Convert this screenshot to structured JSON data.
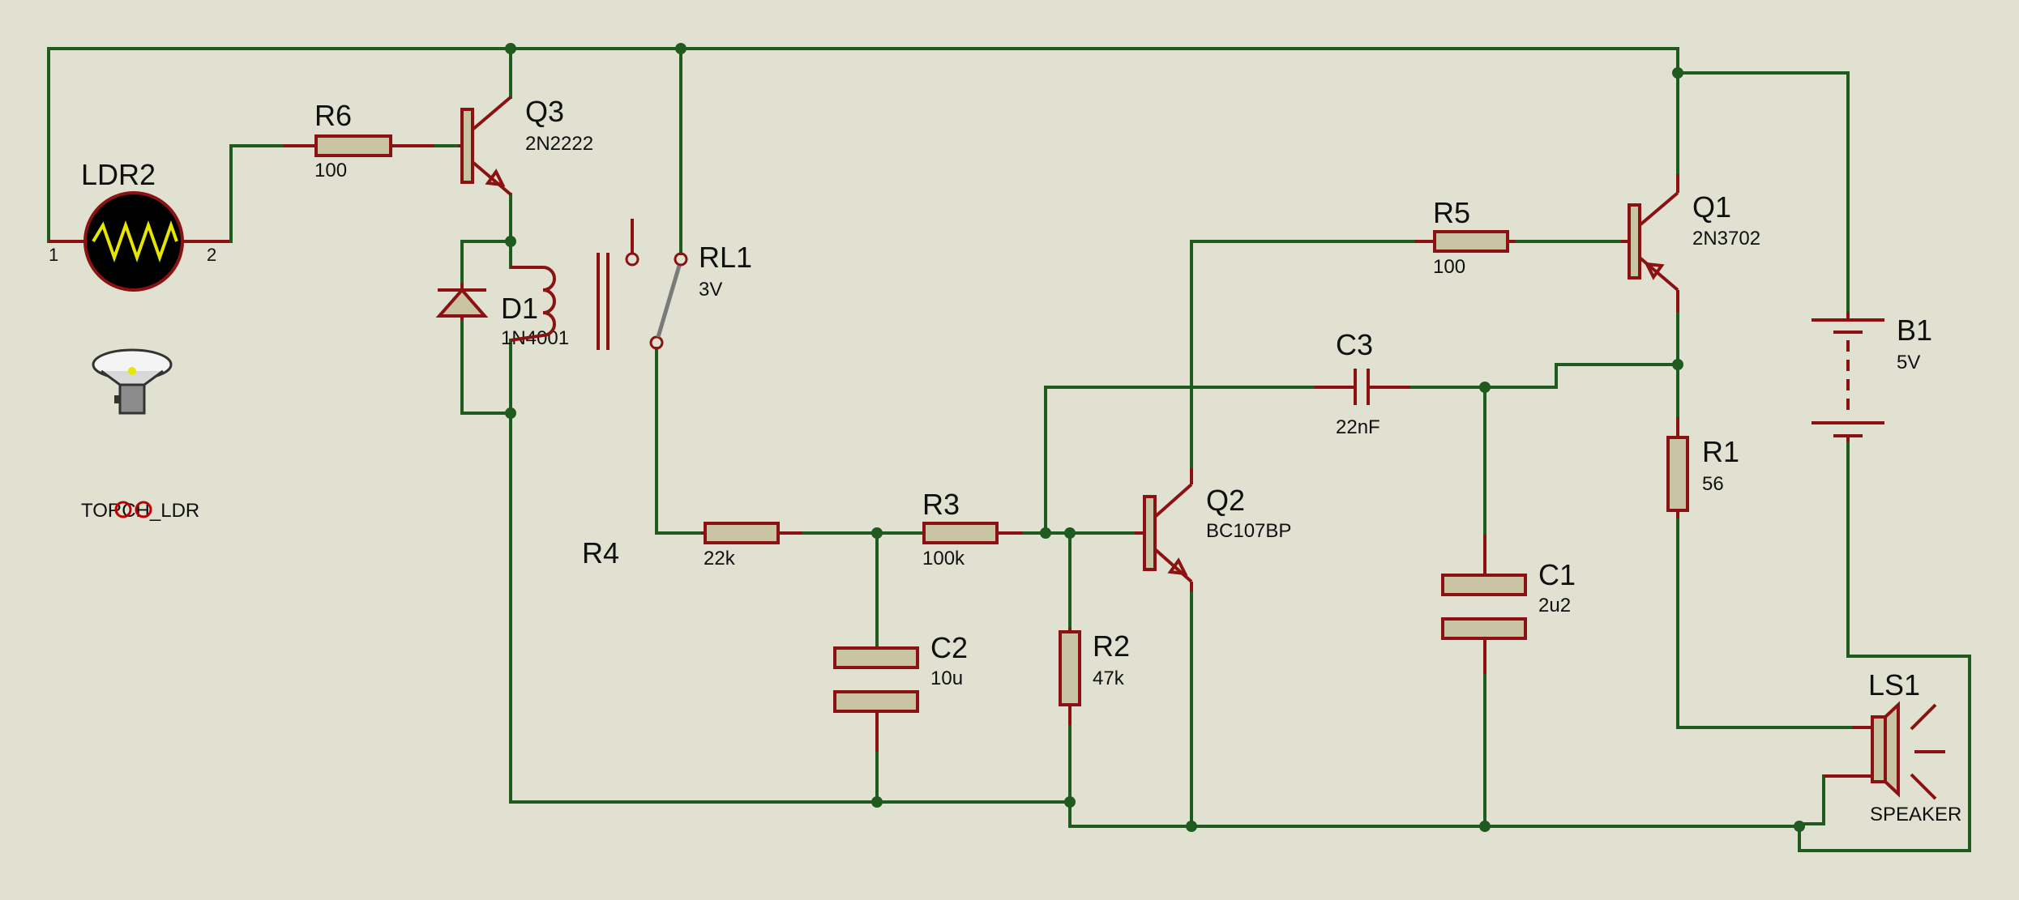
{
  "components": {
    "ldr2": {
      "ref": "LDR2",
      "pin1": "1",
      "pin2": "2"
    },
    "torch": {
      "label": "TORCH_LDR"
    },
    "r6": {
      "ref": "R6",
      "value": "100"
    },
    "q3": {
      "ref": "Q3",
      "value": "2N2222"
    },
    "d1": {
      "ref": "D1",
      "value": "1N4001"
    },
    "rl1": {
      "ref": "RL1",
      "value": "3V"
    },
    "r4": {
      "ref": "R4",
      "value": "22k"
    },
    "r3": {
      "ref": "R3",
      "value": "100k"
    },
    "c2": {
      "ref": "C2",
      "value": "10u"
    },
    "r2": {
      "ref": "R2",
      "value": "47k"
    },
    "q2": {
      "ref": "Q2",
      "value": "BC107BP"
    },
    "c3": {
      "ref": "C3",
      "value": "22nF"
    },
    "c1": {
      "ref": "C1",
      "value": "2u2"
    },
    "r5": {
      "ref": "R5",
      "value": "100"
    },
    "q1": {
      "ref": "Q1",
      "value": "2N3702"
    },
    "r1": {
      "ref": "R1",
      "value": "56"
    },
    "b1": {
      "ref": "B1",
      "value": "5V"
    },
    "ls1": {
      "ref": "LS1",
      "value": "SPEAKER"
    }
  },
  "colors": {
    "background": "#e1e1d1",
    "wire": "#1f5a1f",
    "component": "#8a1212",
    "component_fill": "#c8c4a4",
    "ldr_fill": "#000000",
    "ldr_trace": "#e6e600"
  }
}
